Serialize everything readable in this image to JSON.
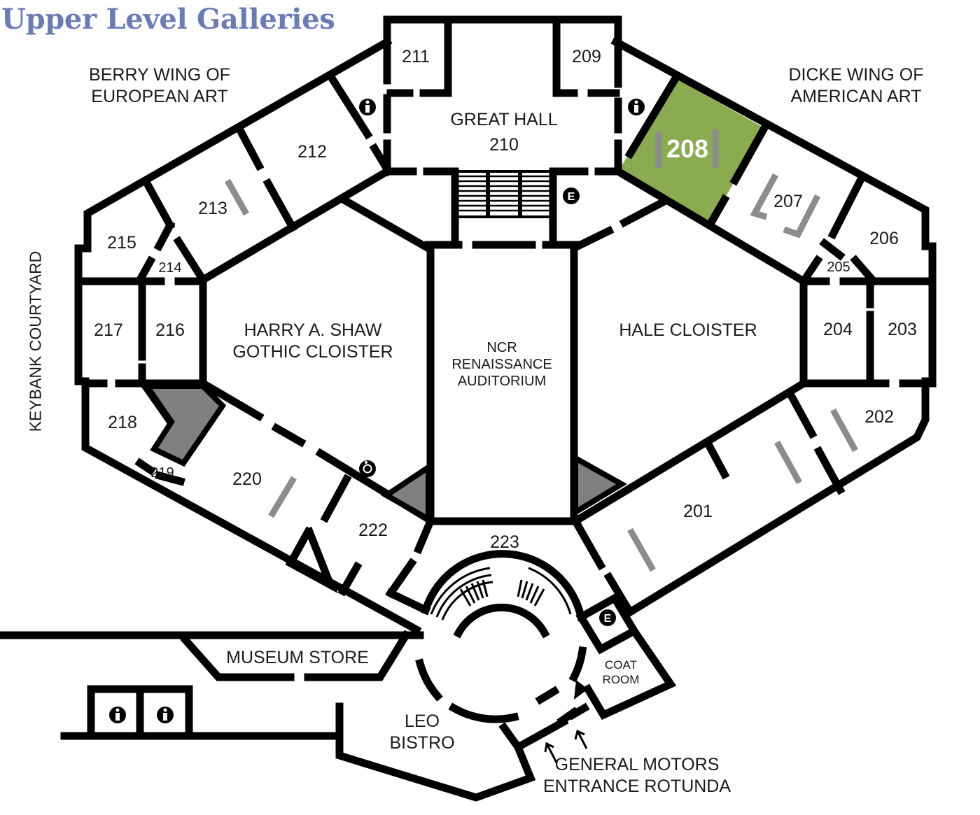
{
  "title": "Upper Level Galleries",
  "colors": {
    "highlight": "#8aab4f",
    "title": "#6b7bb6",
    "wall": "#000000",
    "shade": "#808080"
  },
  "highlight_room": "208",
  "wings": {
    "left_line1": "BERRY WING OF",
    "left_line2": "EUROPEAN ART",
    "right_line1": "DICKE WING OF",
    "right_line2": "AMERICAN ART"
  },
  "courtyard": "KEYBANK COURTYARD",
  "halls": {
    "great_hall": "GREAT HALL",
    "great_hall_num": "210",
    "shaw_line1": "HARRY A. SHAW",
    "shaw_line2": "GOTHIC CLOISTER",
    "ncr_line1": "NCR",
    "ncr_line2": "RENAISSANCE",
    "ncr_line3": "AUDITORIUM",
    "hale": "HALE CLOISTER",
    "store": "MUSEUM STORE",
    "bistro_line1": "LEO",
    "bistro_line2": "BISTRO",
    "coat_line1": "COAT",
    "coat_line2": "ROOM",
    "entrance_line1": "GENERAL MOTORS",
    "entrance_line2": "ENTRANCE ROTUNDA"
  },
  "rooms": {
    "r201": "201",
    "r202": "202",
    "r203": "203",
    "r204": "204",
    "r205": "205",
    "r206": "206",
    "r207": "207",
    "r208": "208",
    "r209": "209",
    "r211": "211",
    "r212": "212",
    "r213": "213",
    "r214": "214",
    "r215": "215",
    "r216": "216",
    "r217": "217",
    "r218": "218",
    "r219": "219",
    "r220": "220",
    "r222": "222",
    "r223": "223"
  },
  "icons": {
    "elevator": "E",
    "restroom": "restroom-icon",
    "accessible": "wheelchair-icon"
  }
}
